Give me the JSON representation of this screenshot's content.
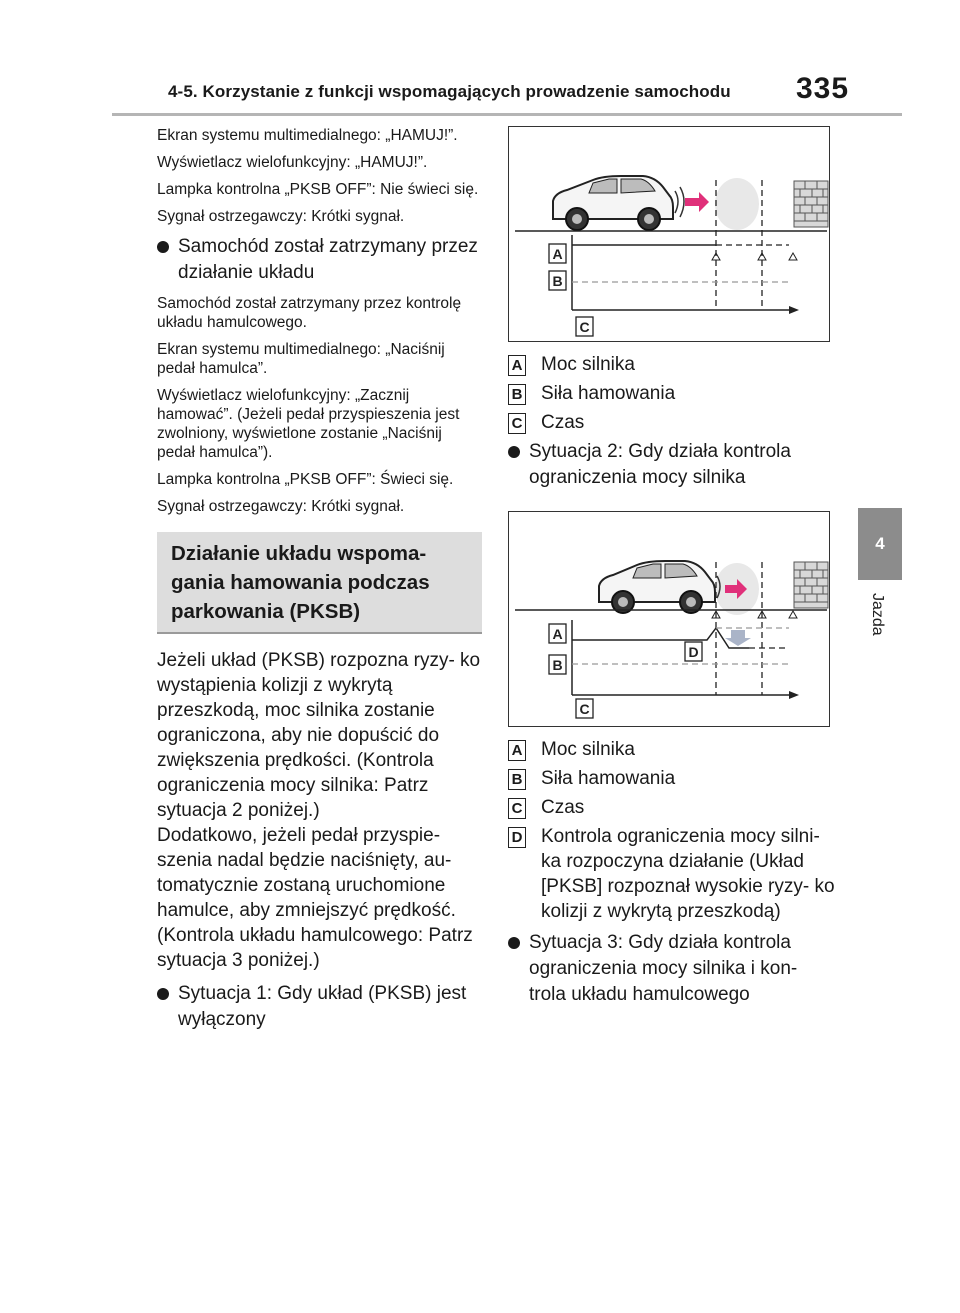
{
  "header": {
    "section_title": "4-5. Korzystanie z funkcji wspomagających prowadzenie samochodu",
    "page_number": "335"
  },
  "side_tab": {
    "number": "4",
    "label": "Jazda"
  },
  "left_column": {
    "intro_lines": [
      "Ekran systemu multimedialnego: „HAMUJ!”.",
      "Wyświetlacz wielofunkcyjny: „HAMUJ!”.",
      "Lampka kontrolna „PKSB OFF”: Nie świeci się.",
      "Sygnał ostrzegawczy: Krótki sygnał."
    ],
    "bullet_stopped": "Samochód został zatrzymany przez działanie układu",
    "stopped_lines": [
      "Samochód został zatrzymany przez kontrolę układu hamulcowego.",
      "Ekran systemu multimedialnego: „Naciśnij pedał hamulca”.",
      "Wyświetlacz wielofunkcyjny: „Zacznij hamować”. (Jeżeli pedał przyspieszenia jest zwolniony, wyświetlone zostanie „Naciśnij pedał hamulca”).",
      "Lampka kontrolna „PKSB OFF”: Świeci się.",
      "Sygnał ostrzegawczy: Krótki sygnał."
    ],
    "section_heading": "Działanie układu wspoma- gania hamowania podczas parkowania (PKSB)",
    "body_paragraph_1": "Jeżeli układ (PKSB) rozpozna ryzy- ko wystąpienia kolizji z wykrytą przeszkodą, moc silnika zostanie ograniczona, aby nie dopuścić do zwiększenia prędkości. (Kontrola ograniczenia mocy silnika: Patrz sytuacja 2 poniżej.)",
    "body_paragraph_2": "Dodatkowo, jeżeli pedał przyspie- szenia nadal będzie naciśnięty, au- tomatycznie zostaną uruchomione hamulce, aby zmniejszyć prędkość. (Kontrola układu hamulcowego: Patrz sytuacja 3 poniżej.)",
    "bullet_situation_1": "Sytuacja 1: Gdy układ (PKSB) jest wyłączony"
  },
  "right_column": {
    "diagram1_labels": [
      "A",
      "B",
      "C"
    ],
    "legend1": [
      {
        "letter": "A",
        "text": "Moc silnika"
      },
      {
        "letter": "B",
        "text": "Siła hamowania"
      },
      {
        "letter": "C",
        "text": "Czas"
      }
    ],
    "bullet_situation_2": "Sytuacja 2: Gdy działa kontrola ograniczenia mocy silnika",
    "diagram2_labels": [
      "A",
      "B",
      "C",
      "D"
    ],
    "legend2": [
      {
        "letter": "A",
        "text": "Moc silnika"
      },
      {
        "letter": "B",
        "text": "Siła hamowania"
      },
      {
        "letter": "C",
        "text": "Czas"
      },
      {
        "letter": "D",
        "text": "Kontrola ograniczenia mocy silni- ka rozpoczyna działanie (Układ [PKSB] rozpoznał wysokie ryzy- ko kolizji z wykrytą przeszkodą)"
      }
    ],
    "bullet_situation_3": "Sytuacja 3: Gdy działa kontrola ograniczenia mocy silnika i kon- trola układu hamulcowego"
  },
  "colors": {
    "arrow_pink": "#e0307a",
    "tab_gray": "#8c8c8c",
    "section_bg": "#dddddd"
  }
}
